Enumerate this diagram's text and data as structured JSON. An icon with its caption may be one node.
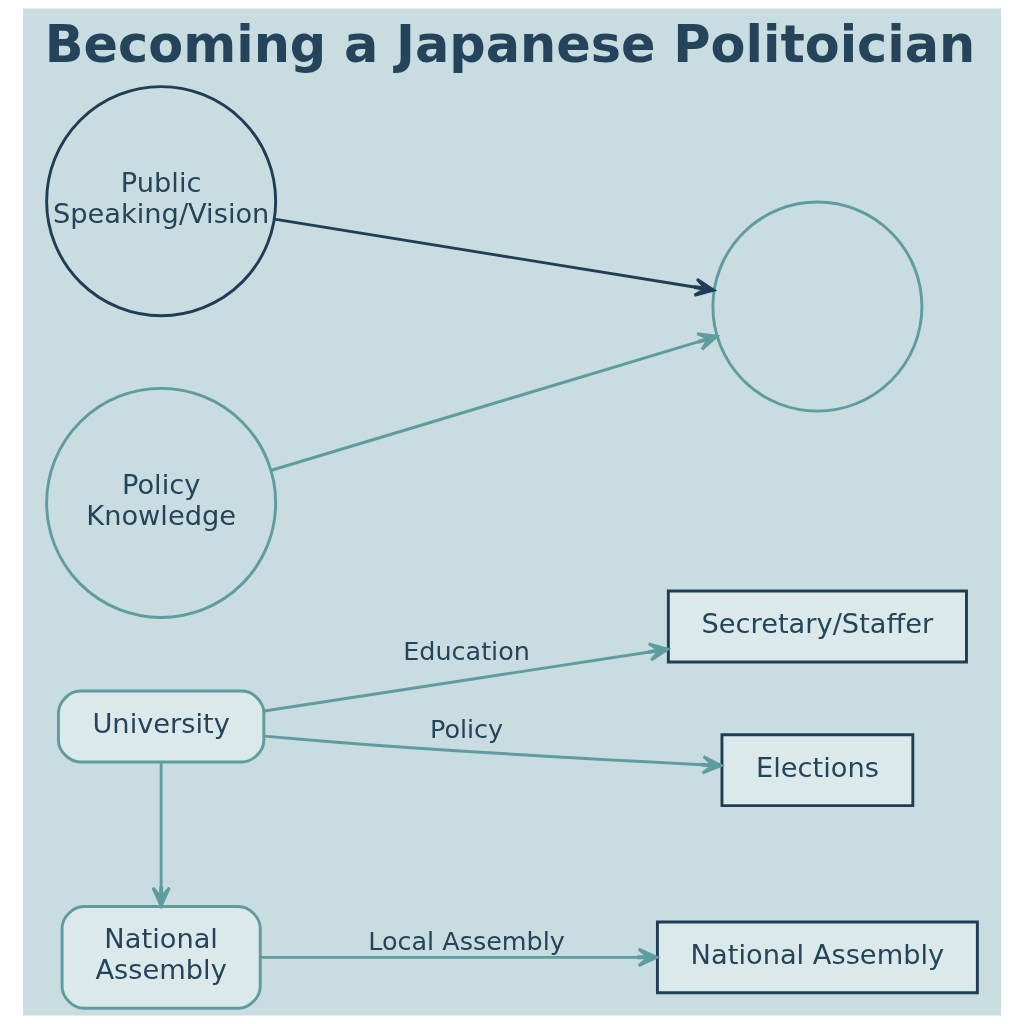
{
  "diagram": {
    "title": "Becoming a Japanese Politoician",
    "nodes": [
      {
        "text": [
          "University"
        ]
      },
      {
        "text": [
          "Secretary/Staffer"
        ]
      },
      {
        "text": [
          "National Assembly"
        ]
      },
      {
        "text": [
          "National Assembly"
        ]
      },
      {
        "text": [
          "Elections"
        ]
      },
      {
        "text": [],
        "shape": "circle"
      },
      {
        "text": [
          "Public Speaking/Vision"
        ]
      },
      {
        "text": [
          "Policy Knowledge"
        ]
      }
    ],
    "edges": [
      {
        "from": 0,
        "to": 1,
        "arrow": "to",
        "label": "Education"
      },
      {
        "from": 2,
        "to": 3,
        "arrow": "to",
        "label": "Local Assembly"
      },
      {
        "from": 0,
        "to": 2,
        "arrow": "to"
      },
      {
        "from": 0,
        "to": 4,
        "arrow": "to",
        "label": "Policy"
      },
      {
        "from": 6,
        "to": 5,
        "arrow": "to",
        "color": "#1f3d57"
      },
      {
        "from": 7,
        "to": 5,
        "arrow": "to"
      }
    ]
  }
}
